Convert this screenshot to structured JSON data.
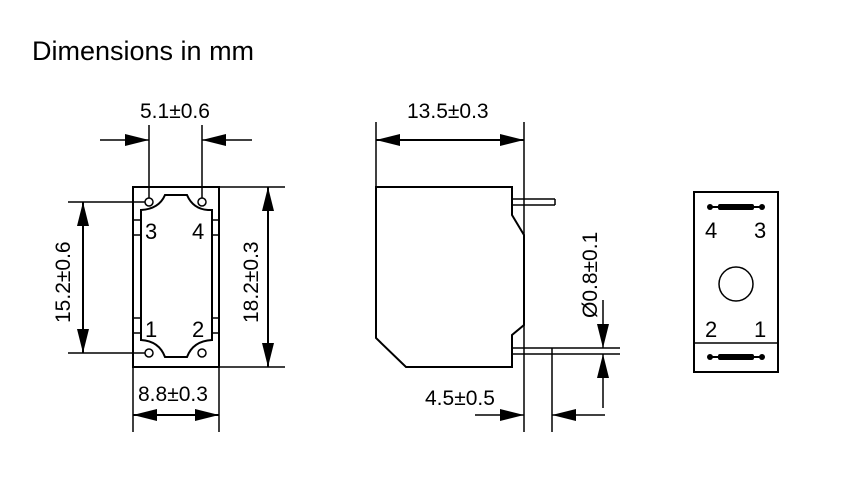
{
  "title": "Dimensions in mm",
  "front_view": {
    "pin_pitch_top": "5.1±0.6",
    "pin_pitch_vertical": "15.2±0.6",
    "body_height": "18.2±0.3",
    "body_width": "8.8±0.3",
    "pins": {
      "top_left": "3",
      "top_right": "4",
      "bottom_left": "1",
      "bottom_right": "2"
    }
  },
  "side_view": {
    "body_depth": "13.5±0.3",
    "pin_length": "4.5±0.5",
    "pin_diameter": "Ø0.8±0.1"
  },
  "schematic_view": {
    "pins": {
      "top_left": "4",
      "top_right": "3",
      "bottom_left": "2",
      "bottom_right": "1"
    }
  }
}
